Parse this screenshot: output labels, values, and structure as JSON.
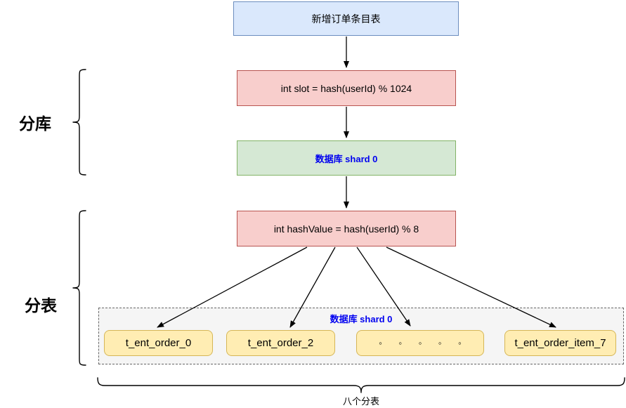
{
  "diagram": {
    "flow": {
      "entry": "新增订单条目表",
      "slot_formula": "int slot = hash(userId) % 1024",
      "db_shard": "数据库 shard 0",
      "hash_formula": "int hashValue = hash(userId) % 8"
    },
    "side_labels": {
      "db_sharding": "分库",
      "table_sharding": "分表"
    },
    "shard_container": {
      "label": "数据库 shard 0",
      "tables": [
        "t_ent_order_0",
        "t_ent_order_2",
        "◦ ◦ ◦ ◦ ◦",
        "t_ent_order_item_7"
      ]
    },
    "bottom_label": "八个分表"
  },
  "palette": {
    "entry_fill": "#dae8fc",
    "entry_border": "#6c8ebf",
    "formula_fill": "#f8cecc",
    "formula_border": "#b85450",
    "shard_fill": "#d5e8d4",
    "shard_border": "#82b366",
    "table_fill": "#ffedb3",
    "table_border": "#d6b656",
    "container_fill": "#f5f5f5",
    "container_border": "#666666",
    "shard_text": "#0000f0",
    "arrow": "#000000"
  }
}
